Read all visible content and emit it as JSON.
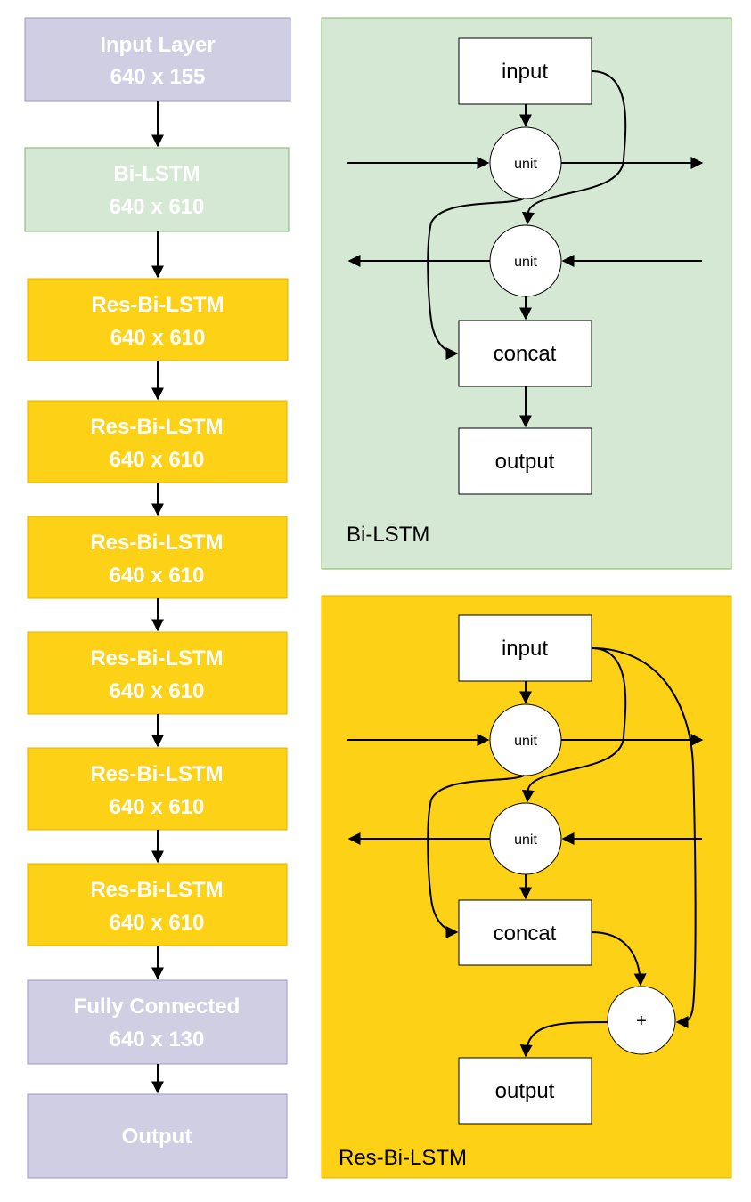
{
  "colors": {
    "stack_lavender": "#d0cee2",
    "stack_green": "#d5e8d4",
    "stack_yellow": "#fcd116",
    "panel_green": "#d5e8d4",
    "panel_yellow": "#fcd116",
    "box_white": "#ffffff",
    "stroke": "#000000",
    "label_white": "#ffffff"
  },
  "layer_stack": [
    {
      "name": "Input Layer",
      "dims": "640 x 155",
      "style": "lavender"
    },
    {
      "name": "Bi-LSTM",
      "dims": "640 x 610",
      "style": "green"
    },
    {
      "name": "Res-Bi-LSTM",
      "dims": "640 x 610",
      "style": "yellow"
    },
    {
      "name": "Res-Bi-LSTM",
      "dims": "640 x 610",
      "style": "yellow"
    },
    {
      "name": "Res-Bi-LSTM",
      "dims": "640 x 610",
      "style": "yellow"
    },
    {
      "name": "Res-Bi-LSTM",
      "dims": "640 x 610",
      "style": "yellow"
    },
    {
      "name": "Res-Bi-LSTM",
      "dims": "640 x 610",
      "style": "yellow"
    },
    {
      "name": "Res-Bi-LSTM",
      "dims": "640 x 610",
      "style": "yellow"
    },
    {
      "name": "Fully Connected",
      "dims": "640 x 130",
      "style": "lavender"
    },
    {
      "name": "Output",
      "dims": "",
      "style": "lavender"
    }
  ],
  "bilstm_panel": {
    "caption": "Bi-LSTM",
    "input_label": "input",
    "unit_fwd_label": "unit",
    "unit_bwd_label": "unit",
    "concat_label": "concat",
    "output_label": "output"
  },
  "resbilstm_panel": {
    "caption": "Res-Bi-LSTM",
    "input_label": "input",
    "unit_fwd_label": "unit",
    "unit_bwd_label": "unit",
    "concat_label": "concat",
    "add_label": "+",
    "output_label": "output"
  }
}
